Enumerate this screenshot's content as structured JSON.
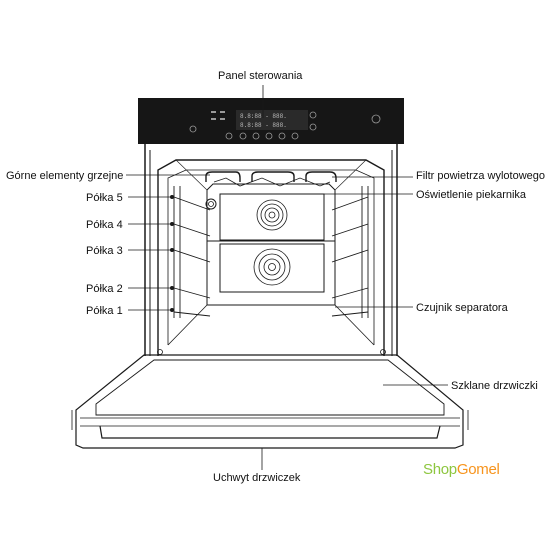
{
  "labels": {
    "control_panel": "Panel sterowania",
    "top_heating": "Górne elementy grzejne",
    "shelf_5": "Półka 5",
    "shelf_4": "Półka 4",
    "shelf_3": "Półka 3",
    "shelf_2": "Półka 2",
    "shelf_1": "Półka 1",
    "exhaust_filter": "Filtr powietrza wylotowego",
    "oven_light": "Oświetlenie piekarnika",
    "divider_sensor": "Czujnik separatora",
    "glass_door": "Szklane drzwiczki",
    "door_handle": "Uchwyt drzwiczek"
  },
  "panel": {
    "display_top": "8.8:88 - 888.",
    "display_bottom": "8.8:88 - 888."
  },
  "logo": {
    "part1": "Shop",
    "part2": "Gomel"
  },
  "colors": {
    "panel": "#161616",
    "line": "#1a1a1a",
    "logo_green": "#8dc63f",
    "logo_orange": "#f7941d"
  }
}
